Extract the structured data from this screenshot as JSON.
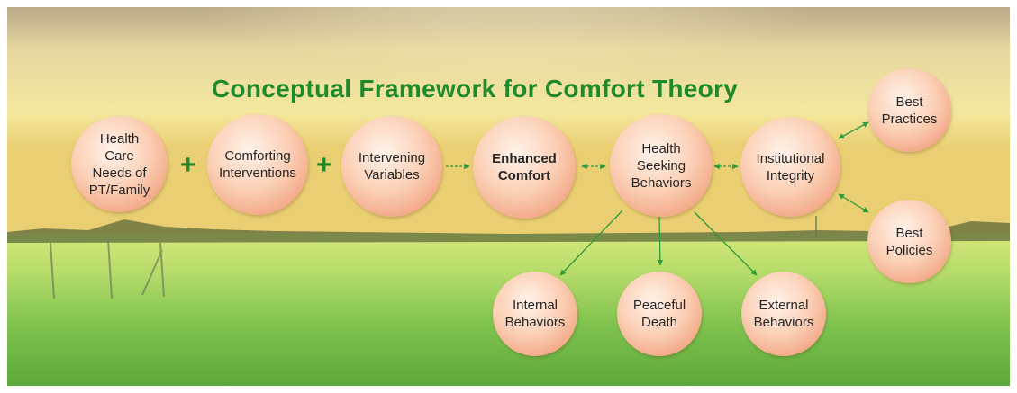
{
  "title": "Conceptual Framework for Comfort Theory",
  "operators": {
    "plus_1": "+",
    "plus_2": "+"
  },
  "nodes": {
    "health_care_needs": "Health\nCare\nNeeds of\nPT/Family",
    "comforting_interventions": "Comforting\nInterventions",
    "intervening_variables": "Intervening\nVariables",
    "enhanced_comfort": "Enhanced\nComfort",
    "health_seeking_behaviors": "Health\nSeeking\nBehaviors",
    "institutional_integrity": "Institutional\nIntegrity",
    "best_practices": "Best\nPractices",
    "best_policies": "Best\nPolicies",
    "internal_behaviors": "Internal\nBehaviors",
    "peaceful_death": "Peaceful\nDeath",
    "external_behaviors": "External\nBehaviors"
  },
  "colors": {
    "title": "#1f8a2a",
    "arrows": "#2e9a3a",
    "node_fill": "#f7b89a"
  }
}
